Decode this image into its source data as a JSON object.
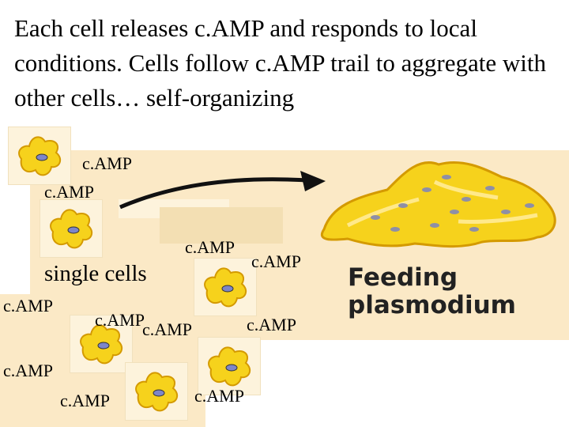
{
  "title": "Each cell releases c.AMP and responds to local conditions.  Cells follow c.AMP trail to aggregate with other cells… self-organizing",
  "labels": {
    "camp": "c.AMP",
    "single_cells": "single cells",
    "feeding_line1": "Feeding",
    "feeding_line2": "plasmodium"
  },
  "colors": {
    "background_panel": "#fbe9c6",
    "cell_fill": "#f6d21c",
    "cell_outline": "#d49a00",
    "nucleus": "#7d86c8",
    "arrow": "#111111"
  }
}
